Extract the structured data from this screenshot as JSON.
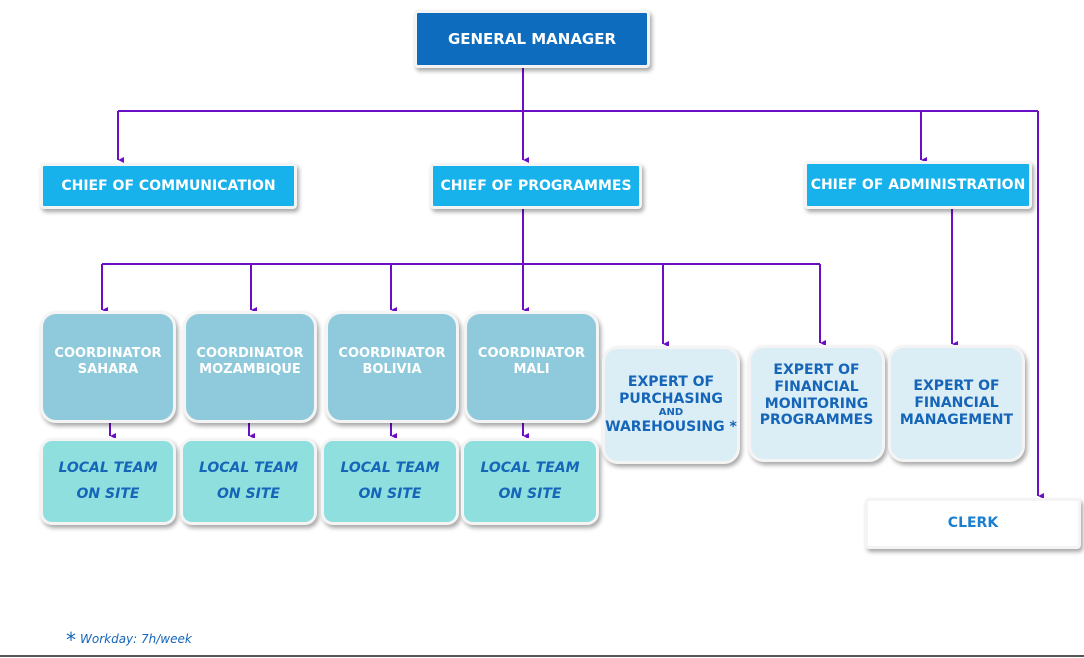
{
  "general_manager": "GENERAL MANAGER",
  "chiefs": {
    "communication": "CHIEF OF COMMUNICATION",
    "programmes": "CHIEF OF PROGRAMMES",
    "administration": "CHIEF OF ADMINISTRATION"
  },
  "coordinators": [
    {
      "line1": "COORDINATOR",
      "line2": "SAHARA"
    },
    {
      "line1": "COORDINATOR",
      "line2": "MOZAMBIQUE"
    },
    {
      "line1": "COORDINATOR",
      "line2": "BOLIVIA"
    },
    {
      "line1": "COORDINATOR",
      "line2": "MALI"
    }
  ],
  "local_team": {
    "line1": "LOCAL  TEAM",
    "line2": "ON SITE"
  },
  "experts": {
    "purchasing": [
      "EXPERT OF",
      "PURCHASING",
      "AND",
      "WAREHOUSING *"
    ],
    "monitoring": [
      "EXPERT OF",
      "FINANCIAL",
      "MONITORING",
      "PROGRAMMES"
    ],
    "management": [
      "EXPERT OF",
      "FINANCIAL",
      "MANAGEMENT"
    ]
  },
  "clerk": "CLERK",
  "footnote": {
    "mark": "*",
    "text": "Workday: 7h/week"
  },
  "colors": {
    "connector": "#6a0fc4",
    "general_manager": "#0d6cbd",
    "chief": "#17b2ec"
  }
}
